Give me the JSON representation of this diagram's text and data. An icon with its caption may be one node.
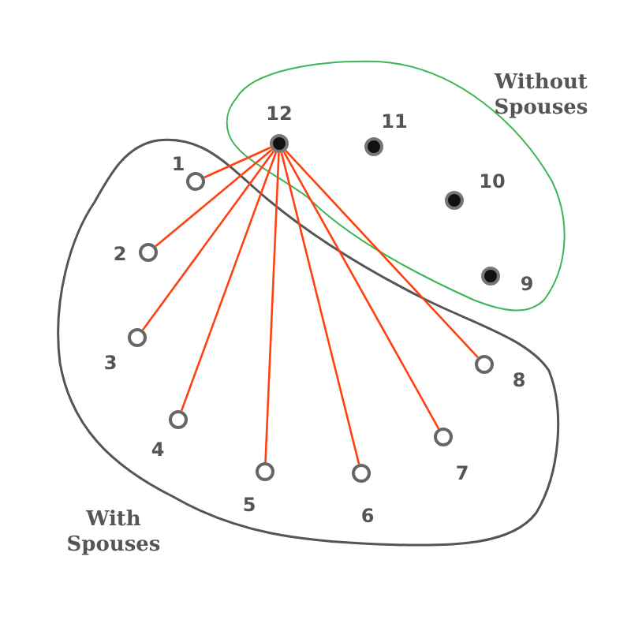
{
  "diagram": {
    "nodes": [
      {
        "text": [
          "Without Spouses"
        ]
      },
      {
        "text": [
          "With Spouses"
        ]
      },
      {
        "text": [],
        "shape": "circle",
        "beside": [
          "1"
        ],
        "in": 1
      },
      {
        "text": [],
        "shape": "circle",
        "beside": [
          "2"
        ],
        "in": 1
      },
      {
        "text": [],
        "shape": "circle",
        "beside": [
          "3"
        ],
        "in": 1
      },
      {
        "text": [],
        "shape": "circle",
        "beside": [
          "4"
        ],
        "in": 1
      },
      {
        "text": [],
        "shape": "circle",
        "beside": [
          "5"
        ],
        "in": 1
      },
      {
        "text": [],
        "shape": "circle",
        "beside": [
          "6"
        ],
        "in": 1
      },
      {
        "text": [],
        "shape": "circle",
        "beside": [
          "7"
        ],
        "in": 1
      },
      {
        "text": [],
        "shape": "circle",
        "beside": [
          "8"
        ],
        "in": 1
      },
      {
        "text": [],
        "shape": "dot",
        "beside": [
          "9"
        ],
        "in": 0
      },
      {
        "text": [],
        "shape": "dot",
        "beside": [
          "10"
        ],
        "in": 0
      },
      {
        "text": [],
        "shape": "dot",
        "beside": [
          "11"
        ],
        "in": 0
      },
      {
        "text": [],
        "shape": "dot",
        "beside": [
          "12"
        ],
        "in": 0
      }
    ],
    "edges": [
      {
        "from": 13,
        "to": 2,
        "arrow": "none"
      },
      {
        "from": 13,
        "to": 3,
        "arrow": "none"
      },
      {
        "from": 13,
        "to": 4,
        "arrow": "none"
      },
      {
        "from": 13,
        "to": 5,
        "arrow": "none"
      },
      {
        "from": 13,
        "to": 6,
        "arrow": "none"
      },
      {
        "from": 13,
        "to": 7,
        "arrow": "none"
      },
      {
        "from": 13,
        "to": 8,
        "arrow": "none"
      },
      {
        "from": 13,
        "to": 9,
        "arrow": "none"
      }
    ]
  }
}
